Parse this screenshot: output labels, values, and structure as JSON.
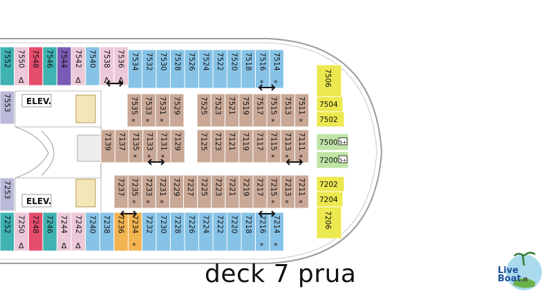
{
  "plan": {
    "elevator_label": "ELEV.",
    "caption": "deck 7 prua",
    "colors": {
      "blue": "#87c3e6",
      "pink": "#ecc9d8",
      "red": "#e54d6c",
      "purple": "#7b5bb7",
      "lavender": "#bab9d9",
      "teal": "#3fb2b2",
      "tan": "#c9a896",
      "orange": "#f2b351",
      "yellow": "#ece84f",
      "green": "#bfe4a6",
      "hull": "#9b9b9b"
    },
    "cabins": [
      {
        "n": "7552",
        "c": "teal"
      },
      {
        "n": "7550",
        "c": "pink",
        "m": "Δ"
      },
      {
        "n": "7548",
        "c": "red"
      },
      {
        "n": "7546",
        "c": "teal"
      },
      {
        "n": "7544",
        "c": "purple"
      },
      {
        "n": "7542",
        "c": "pink",
        "m": "Δ"
      },
      {
        "n": "7540",
        "c": "blue"
      },
      {
        "n": "7538",
        "c": "pink",
        "m": "Δ"
      },
      {
        "n": "7536",
        "c": "pink",
        "m": "Δ"
      },
      {
        "n": "7534",
        "c": "blue"
      },
      {
        "n": "7532",
        "c": "blue"
      },
      {
        "n": "7530",
        "c": "blue"
      },
      {
        "n": "7528",
        "c": "blue"
      },
      {
        "n": "7526",
        "c": "blue"
      },
      {
        "n": "7524",
        "c": "blue"
      },
      {
        "n": "7522",
        "c": "blue"
      },
      {
        "n": "7520",
        "c": "blue"
      },
      {
        "n": "7518",
        "c": "blue"
      },
      {
        "n": "7516",
        "c": "blue",
        "m": "*"
      },
      {
        "n": "7514",
        "c": "blue",
        "m": "*"
      },
      {
        "n": "7553",
        "c": "lavender"
      },
      {
        "n": "7253",
        "c": "lavender"
      },
      {
        "n": "7535",
        "c": "tan",
        "m": "*"
      },
      {
        "n": "7533",
        "c": "tan",
        "m": "*"
      },
      {
        "n": "7531",
        "c": "tan",
        "m": "*"
      },
      {
        "n": "7529",
        "c": "tan"
      },
      {
        "n": "7525",
        "c": "tan"
      },
      {
        "n": "7523",
        "c": "tan"
      },
      {
        "n": "7521",
        "c": "tan"
      },
      {
        "n": "7519",
        "c": "tan"
      },
      {
        "n": "7517",
        "c": "tan"
      },
      {
        "n": "7515",
        "c": "tan",
        "m": "*"
      },
      {
        "n": "7513",
        "c": "tan"
      },
      {
        "n": "7511",
        "c": "tan",
        "m": "*"
      },
      {
        "n": "7139",
        "c": "tan"
      },
      {
        "n": "7137",
        "c": "tan"
      },
      {
        "n": "7135",
        "c": "tan",
        "m": "*"
      },
      {
        "n": "7133",
        "c": "tan",
        "m": "*"
      },
      {
        "n": "7131",
        "c": "tan",
        "m": "*"
      },
      {
        "n": "7129",
        "c": "tan"
      },
      {
        "n": "7125",
        "c": "tan"
      },
      {
        "n": "7123",
        "c": "tan"
      },
      {
        "n": "7121",
        "c": "tan"
      },
      {
        "n": "7119",
        "c": "tan"
      },
      {
        "n": "7117",
        "c": "tan"
      },
      {
        "n": "7115",
        "c": "tan",
        "m": "*"
      },
      {
        "n": "7113",
        "c": "tan",
        "m": "*"
      },
      {
        "n": "7111",
        "c": "tan",
        "m": "*"
      },
      {
        "n": "7237",
        "c": "tan"
      },
      {
        "n": "7235",
        "c": "tan",
        "m": "*"
      },
      {
        "n": "7233",
        "c": "tan",
        "m": "*"
      },
      {
        "n": "7231",
        "c": "tan",
        "m": "*"
      },
      {
        "n": "7229",
        "c": "tan"
      },
      {
        "n": "7227",
        "c": "tan"
      },
      {
        "n": "7225",
        "c": "tan"
      },
      {
        "n": "7223",
        "c": "tan"
      },
      {
        "n": "7221",
        "c": "tan"
      },
      {
        "n": "7219",
        "c": "tan"
      },
      {
        "n": "7217",
        "c": "tan"
      },
      {
        "n": "7215",
        "c": "tan",
        "m": "*"
      },
      {
        "n": "7213",
        "c": "tan",
        "m": "*"
      },
      {
        "n": "7211",
        "c": "tan",
        "m": "*"
      },
      {
        "n": "7252",
        "c": "teal"
      },
      {
        "n": "7250",
        "c": "pink",
        "m": "Δ"
      },
      {
        "n": "7248",
        "c": "red"
      },
      {
        "n": "7246",
        "c": "teal"
      },
      {
        "n": "7244",
        "c": "pink",
        "m": "Δ"
      },
      {
        "n": "7242",
        "c": "pink",
        "m": "Δ"
      },
      {
        "n": "7240",
        "c": "blue"
      },
      {
        "n": "7238",
        "c": "blue"
      },
      {
        "n": "7236",
        "c": "orange"
      },
      {
        "n": "7234",
        "c": "orange",
        "m": "*"
      },
      {
        "n": "7232",
        "c": "blue"
      },
      {
        "n": "7230",
        "c": "blue"
      },
      {
        "n": "7228",
        "c": "blue"
      },
      {
        "n": "7226",
        "c": "blue"
      },
      {
        "n": "7224",
        "c": "blue"
      },
      {
        "n": "7222",
        "c": "blue"
      },
      {
        "n": "7220",
        "c": "blue"
      },
      {
        "n": "7218",
        "c": "blue"
      },
      {
        "n": "7216",
        "c": "blue",
        "m": "*"
      },
      {
        "n": "7214",
        "c": "blue",
        "m": "*"
      },
      {
        "n": "7506",
        "c": "yellow"
      },
      {
        "n": "7504",
        "c": "yellow"
      },
      {
        "n": "7502",
        "c": "yellow"
      },
      {
        "n": "7500",
        "c": "green",
        "badge": "S+"
      },
      {
        "n": "7200",
        "c": "green",
        "badge": "S+"
      },
      {
        "n": "7202",
        "c": "yellow"
      },
      {
        "n": "7204",
        "c": "yellow"
      },
      {
        "n": "7206",
        "c": "yellow"
      }
    ]
  },
  "logo": {
    "line1": "Live",
    "line2": "Boat",
    "suffix": ".it"
  }
}
